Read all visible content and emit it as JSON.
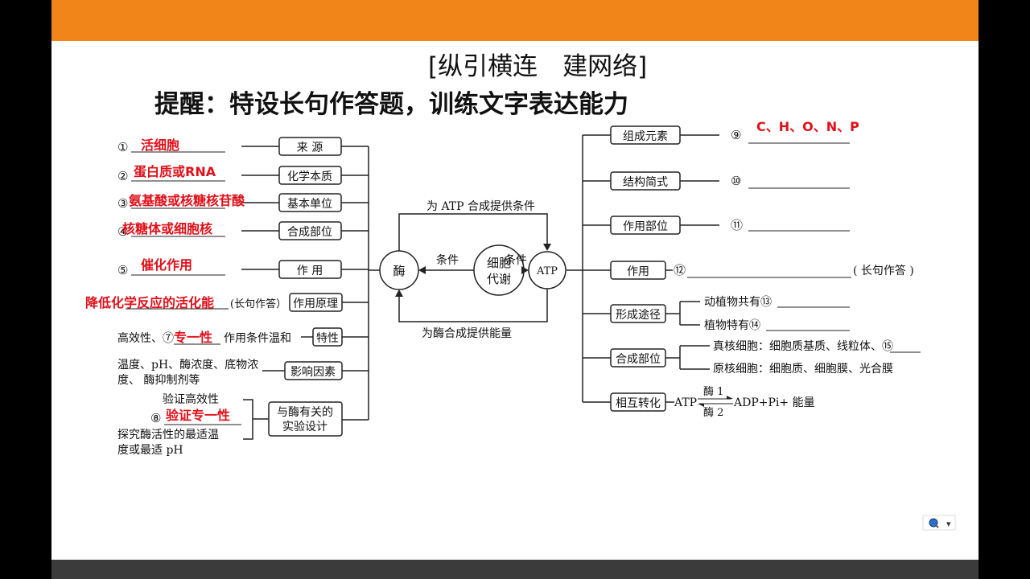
{
  "header": {
    "title": "[纵引横连　建网络]",
    "prompt": "提醒：特设长句作答题，训练文字表达能力"
  },
  "center": {
    "enzyme": "酶",
    "metabolism_1": "细胞",
    "metabolism_2": "代谢",
    "atp": "ATP",
    "condition_left": "条件",
    "condition_right": "条件",
    "top_arrow": "为 ATP 合成提供条件",
    "bottom_arrow": "为酶合成提供能量"
  },
  "left": {
    "boxes": [
      "来 源",
      "化学本质",
      "基本单位",
      "合成部位",
      "作 用",
      "作用原理",
      "特性",
      "影响因素"
    ],
    "box_experiment_1": "与酶有关的",
    "box_experiment_2": "实验设计",
    "num_1": "①",
    "num_2": "②",
    "num_3": "③",
    "num_4": "④",
    "num_5": "⑤",
    "principle_suffix": "(长句作答）",
    "property_prefix": "高效性、⑦",
    "property_suffix": "作用条件温和",
    "factors_line1": "温度、pH、酶浓度、底物浓",
    "factors_line2": "度、 酶抑制剂等",
    "exp_1": "验证高效性",
    "exp_2_num": "⑧",
    "exp_3_line1": "探究酶活性的最适温",
    "exp_3_line2": "度或最适 pH"
  },
  "right": {
    "boxes": [
      "组成元素",
      "结构简式",
      "作用部位",
      "作用",
      "形成途径",
      "合成部位",
      "相互转化"
    ],
    "num_9": "⑨",
    "num_10": "⑩",
    "num_11": "⑪",
    "num_12": "⑫",
    "long_answer": "( 长句作答 )",
    "formation_animal": "动植物共有⑬",
    "formation_plant": "植物特有⑭",
    "site_eukaryote": "真核细胞：细胞质基质、线粒体、⑮",
    "site_prokaryote": "原核细胞：细胞质、细胞膜、光合膜",
    "conv_atp": "ATP",
    "conv_enzyme1": "酶 1",
    "conv_enzyme2": "酶 2",
    "conv_products": "ADP+Pi+ 能量"
  },
  "answers": {
    "a1": "活细胞",
    "a2": "蛋白质或RNA",
    "a3": "氨基酸或核糖核苷酸",
    "a4": "核糖体或细胞核",
    "a5": "催化作用",
    "a6": "降低化学反应的活化能",
    "a7": "专一性",
    "a8": "验证专一性",
    "a9": "C、H、O、N、P"
  },
  "widget": {
    "icon": "magnifier-icon",
    "dropdown": "▾"
  }
}
